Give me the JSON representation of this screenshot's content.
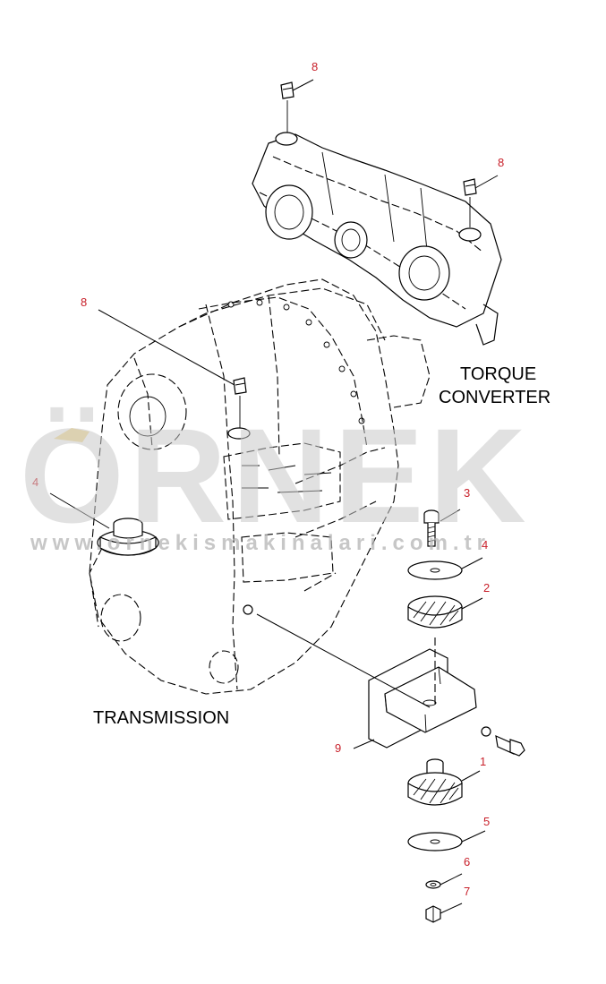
{
  "labels": {
    "torque_converter_line1": "TORQUE",
    "torque_converter_line2": "CONVERTER",
    "transmission": "TRANSMISSION"
  },
  "callouts": {
    "breather_top": "8",
    "breather_right": "8",
    "breather_left": "8",
    "washer_left": "4",
    "bolt": "3",
    "washer_upper": "4",
    "cushion_upper": "2",
    "bracket": "9",
    "cushion_lower": "1",
    "washer_lower": "5",
    "lock_washer": "6",
    "nut": "7"
  },
  "watermark": {
    "brand": "ÖRNEK",
    "url": "www.ornekismakinalari.com.tr"
  }
}
